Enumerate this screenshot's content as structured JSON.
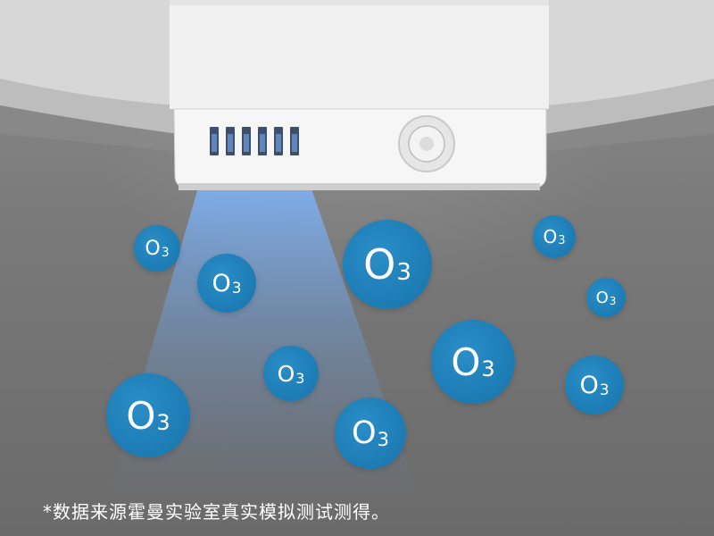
{
  "ozone_label": {
    "main": "O",
    "sub": "3"
  },
  "footnote": "*数据来源霍曼实验室真实模拟测试测得。",
  "colors": {
    "bubble": "#1f7fb8",
    "background": "#7a7a7a",
    "unit": "#f2f2f2",
    "vent": "#4a6d9a",
    "text": "#ffffff"
  }
}
